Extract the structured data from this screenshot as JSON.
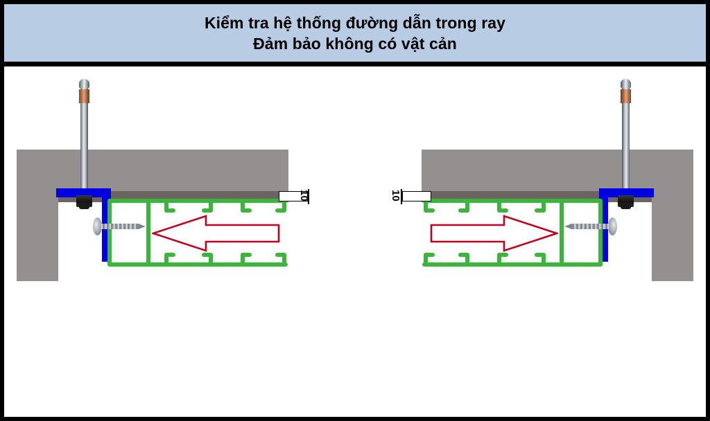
{
  "header": {
    "title_line_1": "Kiểm tra hệ thống đường dẫn trong ray",
    "title_line_2": "Đảm bảo không có vật cản",
    "background_color": "#b8cce4",
    "text_color": "#000000"
  },
  "drawing": {
    "background_color": "#ffffff",
    "border_color": "#000000",
    "colors": {
      "wall": "#949090",
      "wall_shadow_strip": "#6b6461",
      "bracket": "#0000e0",
      "rail": "#3cb53c",
      "arrow": "#c00020",
      "hardware_metal": "#9aa1a8",
      "nut": "#1a1a1a"
    },
    "assemblies": [
      {
        "id": "left-assembly",
        "side": "left",
        "dimension_label": "10",
        "arrow_direction": "left",
        "parts": {
          "wall": "concrete-wall",
          "bracket": "L-bracket",
          "rail": "rail-profile",
          "anchor": "expansion-anchor-bolt",
          "screw": "self-tapping-screw"
        }
      },
      {
        "id": "right-assembly",
        "side": "right",
        "dimension_label": "10",
        "arrow_direction": "right",
        "parts": {
          "wall": "concrete-wall",
          "bracket": "L-bracket",
          "rail": "rail-profile",
          "anchor": "expansion-anchor-bolt",
          "screw": "self-tapping-screw"
        }
      }
    ]
  }
}
